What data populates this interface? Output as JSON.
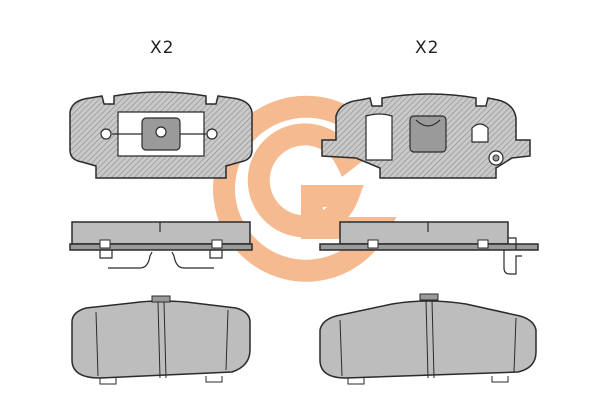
{
  "labels": {
    "quantity_left": "X2",
    "quantity_right": "X2"
  },
  "colors": {
    "outline": "#2b2b2b",
    "pad_fill": "#bdbdbd",
    "plate_fill": "#9a9a9a",
    "hatch": "#8c8c8c",
    "watermark_orange": "#f2a36b",
    "watermark_green": "#7fc7a0"
  },
  "watermark": {
    "type": "logo",
    "letter": "G"
  }
}
